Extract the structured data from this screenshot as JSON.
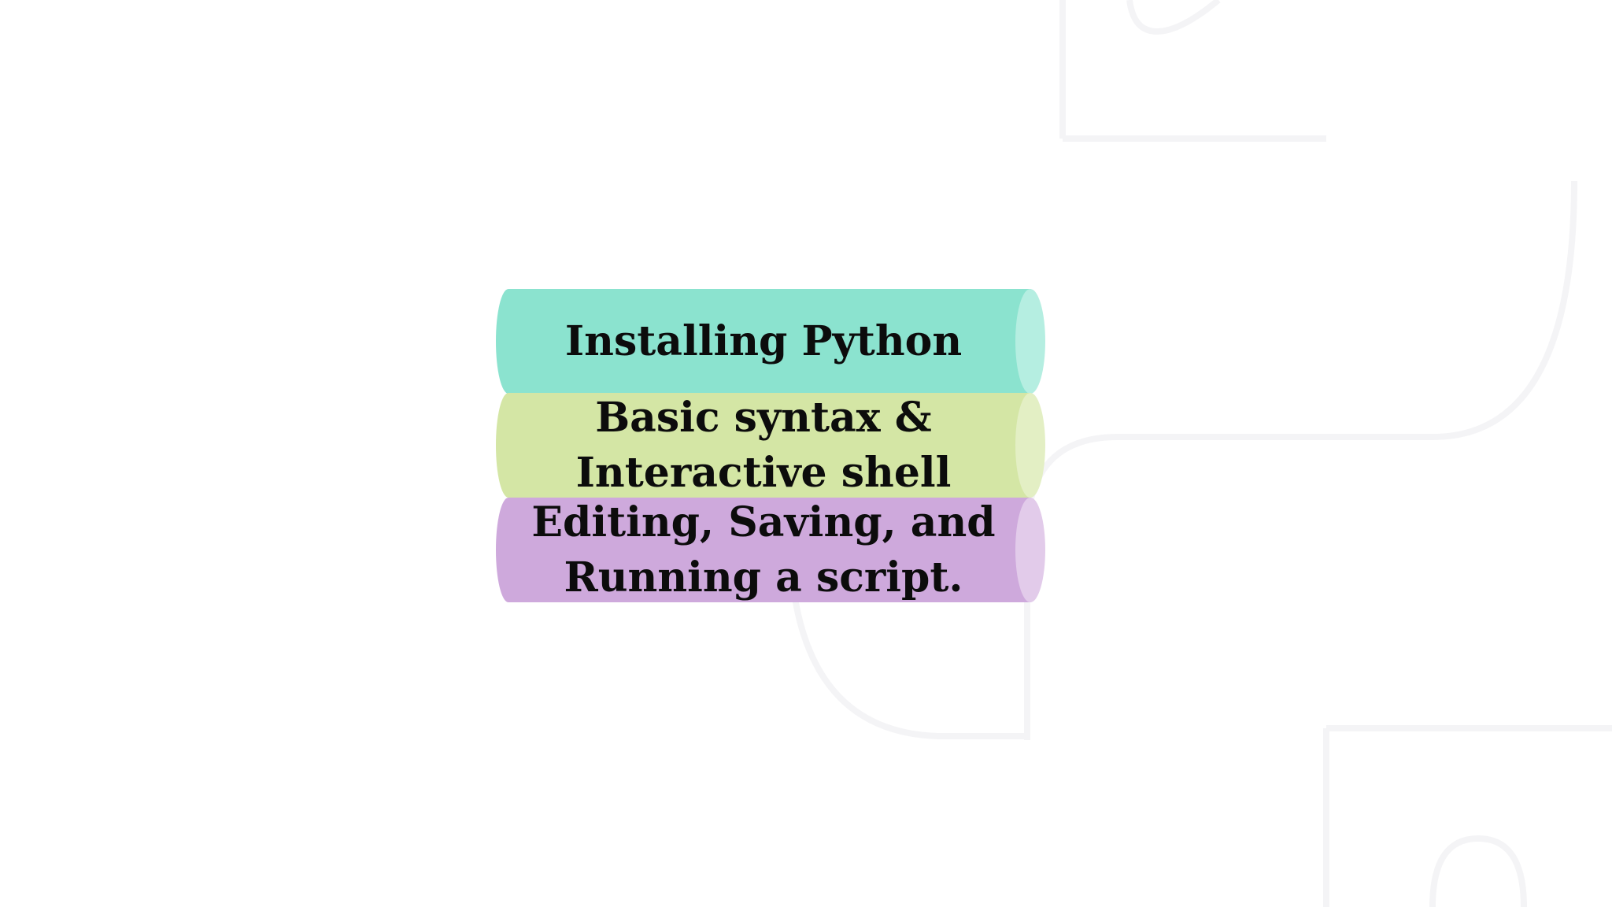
{
  "diagram": {
    "items": [
      {
        "label": "Installing Python",
        "color": "#8be3cf",
        "cap_color": "#b5eee1"
      },
      {
        "label": "Basic syntax &\nInteractive shell",
        "color": "#d4e6a5",
        "cap_color": "#e3efc4"
      },
      {
        "label": "Editing, Saving, and\nRunning a script.",
        "color": "#cea9dc",
        "cap_color": "#e2cbea"
      }
    ]
  }
}
